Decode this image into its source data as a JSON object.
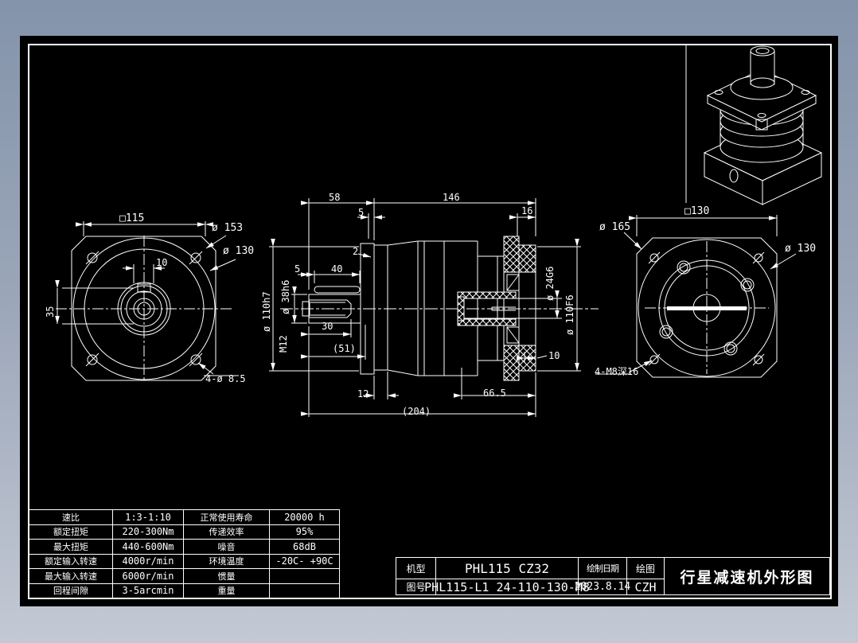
{
  "views": {
    "left": {
      "dim_square": "□115",
      "dim_d153": "ø 153",
      "dim_d130": "ø 130",
      "dim_key_width": "10",
      "dim_35": "35",
      "dim_holes": "4-ø 8.5"
    },
    "section": {
      "dim_58": "58",
      "dim_146": "146",
      "dim_5_top": "5",
      "dim_2": "2",
      "dim_16": "16",
      "dim_5_key": "5",
      "dim_40": "40",
      "dim_shaft": "ø 38h6",
      "dim_m12": "M12",
      "dim_pilot": "ø 110h7",
      "dim_30": "30",
      "dim_51": "(51)",
      "dim_12": "12",
      "dim_66_5": "66.5",
      "dim_204": "(204)",
      "dim_bore": "ø 24G6",
      "dim_spigot": "ø 110F6",
      "dim_10": "10"
    },
    "right": {
      "dim_square": "□130",
      "dim_d165": "ø 165",
      "dim_d130": "ø 130",
      "dim_holes": "4-M8深16"
    }
  },
  "spec_table": {
    "rows": [
      {
        "label": "速比",
        "value": "1:3-1:10",
        "label2": "正常使用寿命",
        "value2": "20000 h"
      },
      {
        "label": "额定扭矩",
        "value": "220-300Nm",
        "label2": "传递效率",
        "value2": "95%"
      },
      {
        "label": "最大扭矩",
        "value": "440-600Nm",
        "label2": "噪音",
        "value2": "68dB"
      },
      {
        "label": "额定输入转速",
        "value": "4000r/min",
        "label2": "环境温度",
        "value2": "-20C- +90C"
      },
      {
        "label": "最大输入转速",
        "value": "6000r/min",
        "label2": "惯量",
        "value2": ""
      },
      {
        "label": "回程间隙",
        "value": "3-5arcmin",
        "label2": "重量",
        "value2": ""
      }
    ]
  },
  "title_block": {
    "model_label": "机型",
    "model_value": "PHL115 CZ32",
    "date_label": "绘制日期",
    "date_value": "2023.8.14",
    "drawer_label": "绘图",
    "drawer_value": "CZH",
    "no_label": "图号",
    "no_value": "PHL115-L1 24-110-130-M8",
    "title": "行星减速机外形图"
  },
  "colors": {
    "surround_top": "#8494ab",
    "surround_bottom": "#c3c9d4",
    "paper": "#000000",
    "line": "#ffffff"
  }
}
